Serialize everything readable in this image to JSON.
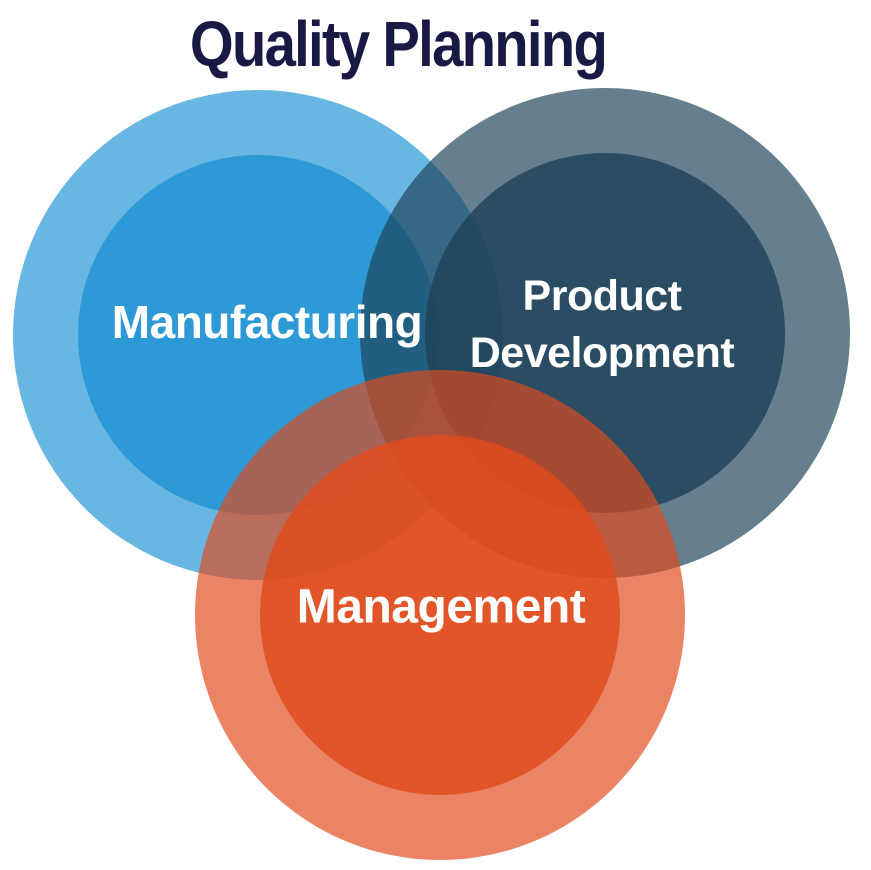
{
  "title": "Quality Planning",
  "diagram": {
    "type": "venn",
    "background": "#ffffff",
    "title_color": "#191946",
    "label_color": "#ffffff",
    "sets": [
      {
        "id": "manufacturing",
        "label": "Manufacturing",
        "color": "#2093d4",
        "outer_ring_color": "#67b3e1",
        "inner_disc_color": "#2f97d3"
      },
      {
        "id": "product-development",
        "label": "Product Development",
        "label_lines": {
          "0": "Product",
          "1": "Development"
        },
        "color": "#1e4259",
        "outer_ring_color": "#627b8b",
        "inner_disc_color": "#2e4a5e"
      },
      {
        "id": "management",
        "label": "Management",
        "color": "#e04a1c",
        "outer_ring_color": "#ea8064",
        "inner_disc_color": "#df5026"
      }
    ]
  }
}
